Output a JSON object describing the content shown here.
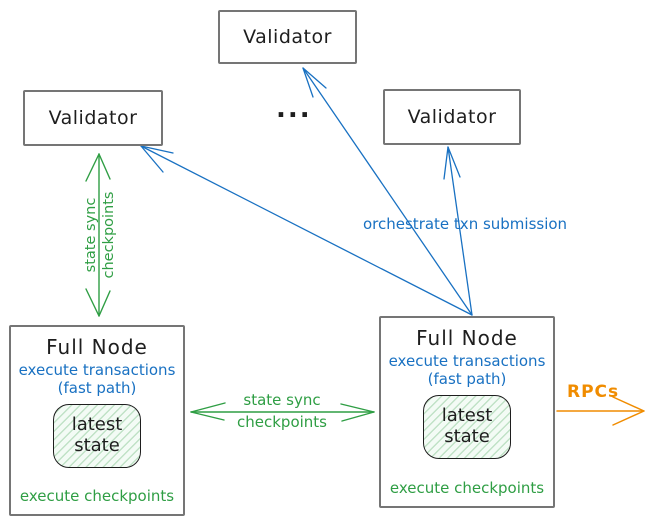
{
  "colors": {
    "ink": "#1e1e1e",
    "blue": "#1971c2",
    "green": "#2f9e44",
    "orange": "#f08c00",
    "box-border": "#757575"
  },
  "validators": {
    "top": "Validator",
    "left": "Validator",
    "right": "Validator",
    "ellipsis": "..."
  },
  "full_node_left": {
    "title": "Full Node",
    "execute_transactions": "execute transactions",
    "fast_path": "(fast path)",
    "latest_state": "latest\nstate",
    "execute_checkpoints": "execute checkpoints"
  },
  "full_node_right": {
    "title": "Full Node",
    "execute_transactions": "execute transactions",
    "fast_path": "(fast path)",
    "latest_state": "latest\nstate",
    "execute_checkpoints": "execute checkpoints"
  },
  "edges": {
    "orchestrate": "orchestrate txn submission",
    "state_sync_vertical": "state sync\ncheckpoints",
    "state_sync_top": "state sync",
    "state_sync_bottom": "checkpoints",
    "rpcs": "RPCs"
  }
}
